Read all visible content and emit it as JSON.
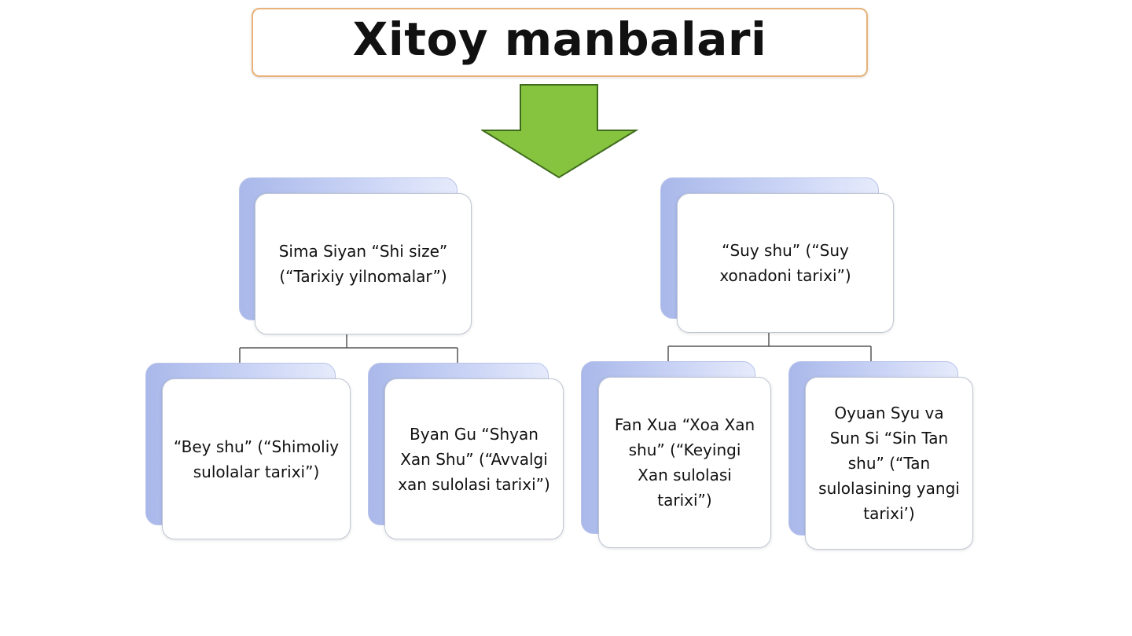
{
  "diagram": {
    "title": "Xitoy manbalari",
    "accent_color": "#86c440",
    "sources": [
      {
        "label": "Sima Siyan “Shi size”\n(“Tarixiy yilnomalar”)",
        "children": [
          {
            "label": "“Bey shu” (“Shimoliy\nsulolalar tarixi”)"
          },
          {
            "label": "Byan Gu “Shyan\nXan Shu” (“Avvalgi\nxan sulolasi tarixi”)"
          }
        ]
      },
      {
        "label": "“Suy shu” (“Suy\nxonadoni tarixi”)",
        "children": [
          {
            "label": "Fan Xua “Xoa Xan\nshu” (“Keyingi\nXan sulolasi\ntarixi”)"
          },
          {
            "label": "Oyuan Syu va\nSun Si “Sin Tan\nshu” (“Tan\nsulolasining yangi\ntarixi’)"
          }
        ]
      }
    ]
  }
}
